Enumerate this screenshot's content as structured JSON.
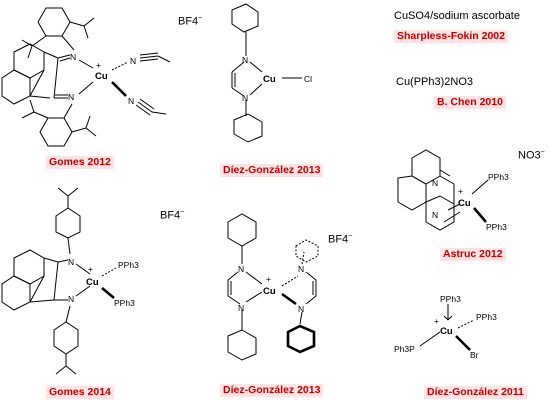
{
  "captions": {
    "gomes_2012": "Gomes 2012",
    "diez_2013_a": "Díez-González 2013",
    "sharpless_fokin": "Sharpless-Fokin 2002",
    "chen_2010": "B. Chen 2010",
    "astruc_2012": "Astruc 2012",
    "gomes_2014": "Gomes 2014",
    "diez_2013_b": "Díez-González 2013",
    "diez_2011": "Díez-González 2011"
  },
  "reagents": {
    "cuso4": "CuSO4/sodium ascorbate",
    "chen": "Cu(PPh3)2NO3"
  },
  "counterions": {
    "bf4": "BF4",
    "no3": "NO3",
    "charge_minus": "−",
    "charge_plus": "+"
  },
  "atoms": {
    "cu": "Cu",
    "n": "N",
    "cl": "Cl",
    "br": "Br",
    "pph3": "PPh3",
    "ph3p": "Ph3P"
  },
  "colors": {
    "caption_text": "#c00000",
    "caption_bg": "#fde3e3"
  }
}
